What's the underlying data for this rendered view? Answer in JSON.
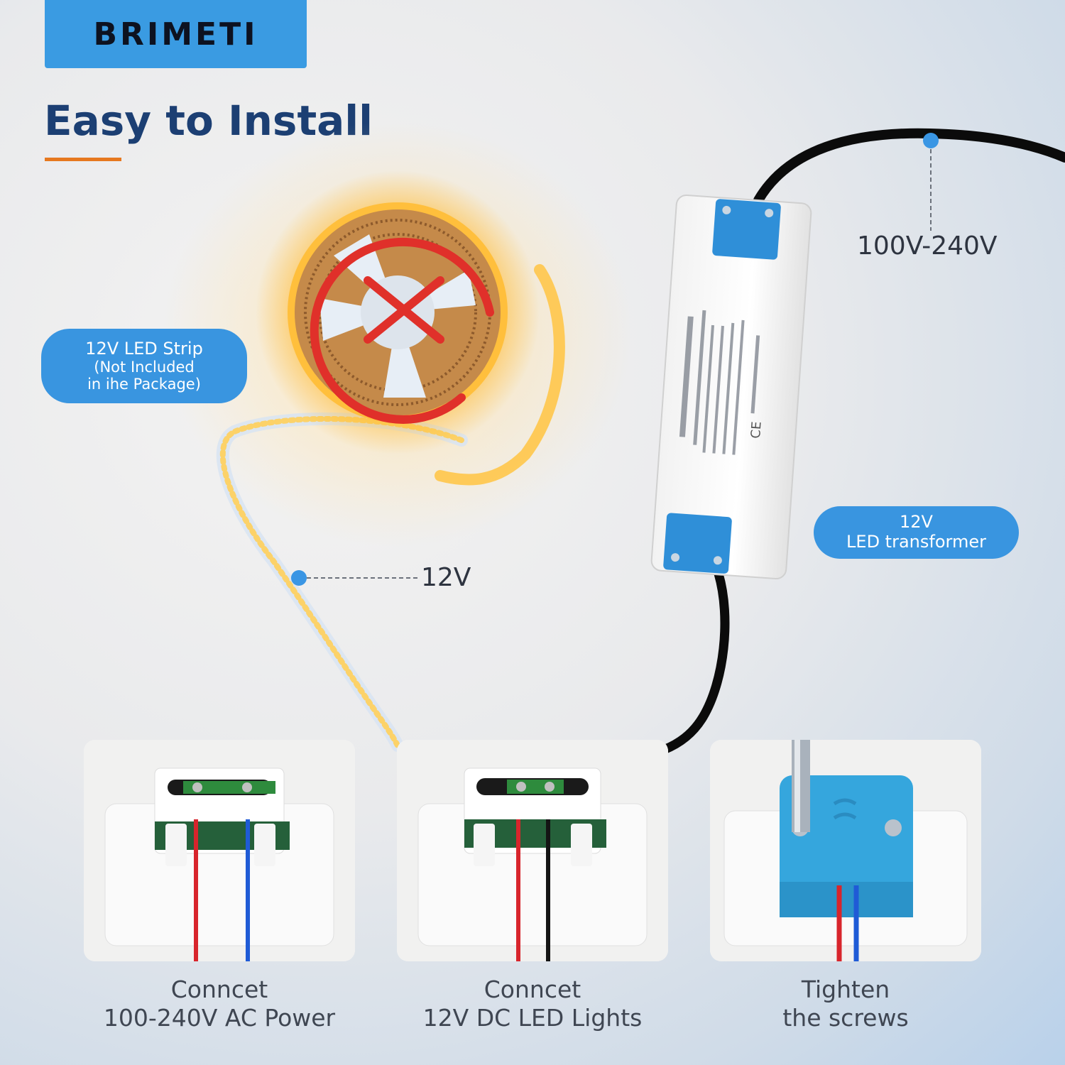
{
  "brand": {
    "logo": "BRIMETI"
  },
  "header": {
    "title": "Easy to Install"
  },
  "labels": {
    "strip_line1": "12V LED Strip",
    "strip_line2": "(Not Included",
    "strip_line3": "in ihe Package)",
    "transformer_line1": "12V",
    "transformer_line2": "LED transformer",
    "input_voltage": "100V-240V",
    "output_voltage": "12V"
  },
  "steps": [
    {
      "line1": "Conncet",
      "line2": "100-240V AC Power"
    },
    {
      "line1": "Conncet",
      "line2": "12V DC LED Lights"
    },
    {
      "line1": "Tighten",
      "line2": "the screws"
    }
  ],
  "colors": {
    "accent_blue": "#3a9be2",
    "title_navy": "#1c3f73",
    "underline_orange": "#e6781f",
    "cross_red": "#e0302a"
  },
  "icons": [
    "cross-icon",
    "ce-mark-icon"
  ]
}
